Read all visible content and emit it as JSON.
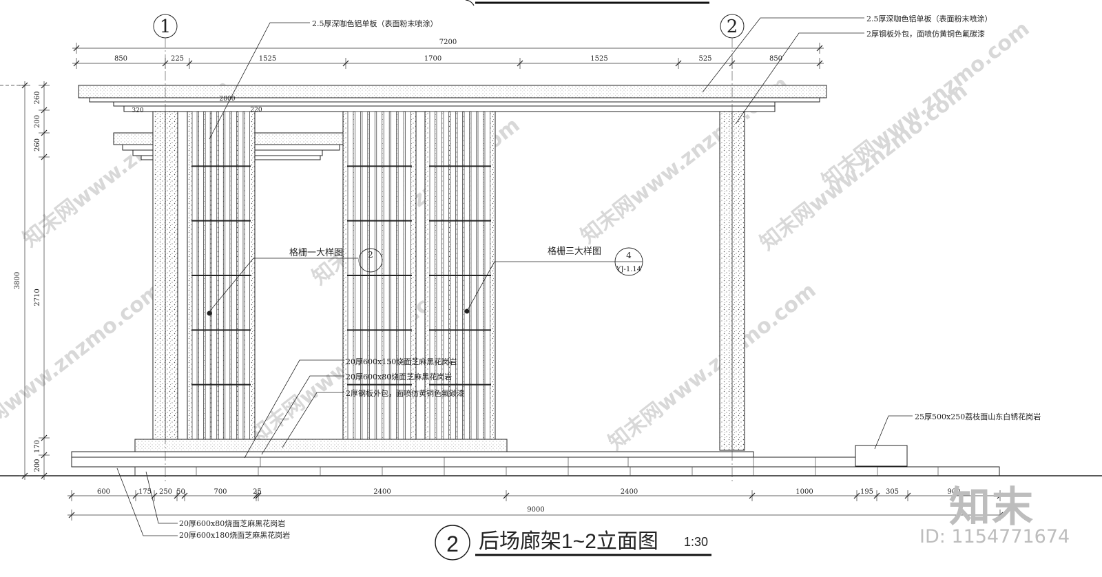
{
  "drawing": {
    "title": "后场廊架1~2立面图",
    "scale": "1:30",
    "number": "2",
    "axes": [
      "1",
      "2"
    ]
  },
  "dims": {
    "total_top": "7200",
    "top_segments": [
      "850",
      "225",
      "1525",
      "1700",
      "1525",
      "525",
      "850"
    ],
    "bottom_segments": [
      "600",
      "175",
      "250",
      "50",
      "700",
      "25",
      "2400",
      "2400",
      "1000",
      "195",
      "305",
      "900"
    ],
    "total_bottom": "9000",
    "left_total": "3800",
    "left_segments": [
      "260",
      "200",
      "260",
      "2710",
      "170",
      "200"
    ],
    "small": [
      "320",
      "2800",
      "220"
    ]
  },
  "callouts": {
    "top_left": "2.5厚深咖色铝单板（表面粉末喷涂）",
    "top_right_1": "2.5厚深咖色铝单板（表面粉末喷涂）",
    "top_right_2": "2厚钢板外包，面喷仿黄铜色氟碳漆",
    "grille_1": "格栅一大样图",
    "grille_3": "格栅三大样图",
    "mid_1": "20厚600x150烧面芝麻黑花岗岩",
    "mid_2": "20厚600x80烧面芝麻黑花岗岩",
    "mid_3": "2厚钢板外包，面喷仿黄铜色氟碳漆",
    "right": "25厚500x250荔枝面山东白锈花岗岩",
    "bottom_1": "20厚600x80烧面芝麻黑花岗岩",
    "bottom_2": "20厚600x180烧面芝麻黑花岗岩"
  },
  "refs": {
    "grille_1_num": "2",
    "grille_3_num": "4",
    "grille_3_sheet": "YJ-1.14"
  },
  "watermark": {
    "text": "知末网www.znzmo.com",
    "logo": "知末",
    "id_text": "ID: 1154771674"
  }
}
